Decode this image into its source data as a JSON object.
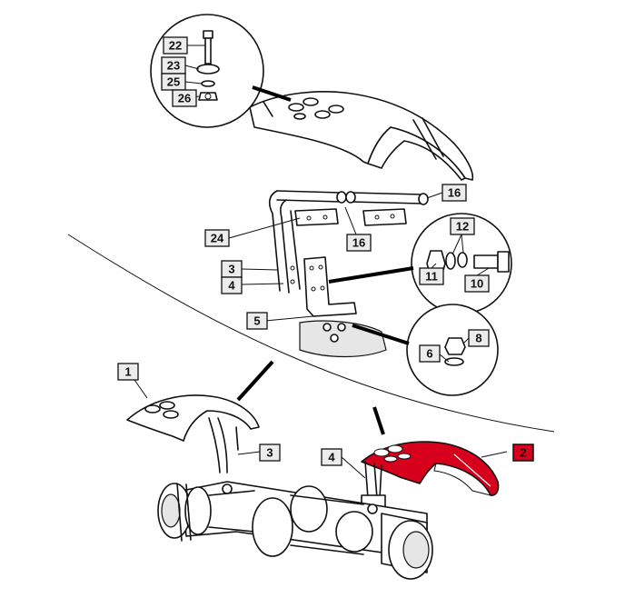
{
  "diagram": {
    "highlight_color": "#d6001c",
    "selected_part": "2",
    "labels": {
      "p1": "1",
      "p2": "2",
      "p3a": "3",
      "p3b": "3",
      "p4a": "4",
      "p4b": "4",
      "p5": "5",
      "p6": "6",
      "p8": "8",
      "p10": "10",
      "p11": "11",
      "p12": "12",
      "p16a": "16",
      "p16b": "16",
      "p22": "22",
      "p23": "23",
      "p24": "24",
      "p25": "25",
      "p26": "26"
    }
  }
}
